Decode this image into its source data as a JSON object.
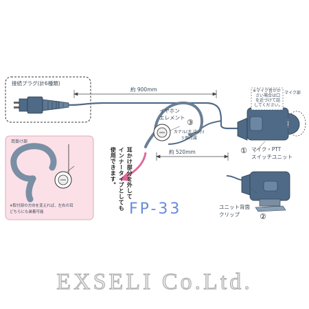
{
  "labels": {
    "plug": "接続プラグ(計6種類)",
    "length_900": "約 900mm",
    "length_520": "約 520mm",
    "earphone_line1": "イヤホン",
    "earphone_line2": "エレメント",
    "canal": "カナル(大,中,小)",
    "canal2": "３個付属",
    "mic_note1": "※マイク音がか",
    "mic_note2": "さい場合は口",
    "mic_note3": "を近づけて話",
    "mic_note4": "してください。",
    "mic_part": "マイク部",
    "mic_ptt_line1": "マイク・PTT",
    "mic_ptt_line2": "スイッチユニット",
    "clip_line1": "ユニット背面",
    "clip_line2": "クリップ",
    "ear_hook": "耳掛け部",
    "inset_note1": "※取付部の方向を変えれば、左右の耳",
    "inset_note2": "どちらにも装着可能",
    "vertical_col1": "耳かけ部分を外して",
    "vertical_col2": "インナータイプとしても",
    "vertical_col3": "使用できます。",
    "num1": "①",
    "num2": "②",
    "num3": "③"
  },
  "model": "FP-33",
  "footer": "EXSELI Co.Ltd.",
  "colors": {
    "unit_blue": "#4f6a86",
    "arrow_pink": "#e0689a",
    "inset_bg": "#fbe0e8",
    "model_blue": "#6a8ad8"
  }
}
